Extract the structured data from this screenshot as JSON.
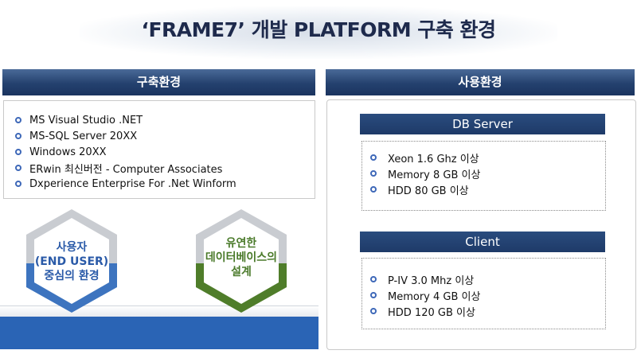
{
  "title": "‘FRAME7’ 개발 PLATFORM 구축 환경",
  "left_section": {
    "header": "구축환경",
    "items": [
      "MS Visual Studio .NET",
      "MS-SQL Server 20XX",
      "Windows 20XX",
      "ERwin 최신버전 - Computer Associates",
      "Dxperience Enterprise For .Net Winform"
    ]
  },
  "right_section": {
    "header": "사용환경",
    "db_server": {
      "header": "DB Server",
      "items": [
        "Xeon 1.6 Ghz 이상",
        "Memory 8 GB 이상",
        "HDD 80 GB 이상"
      ]
    },
    "client": {
      "header": "Client",
      "items": [
        "P-IV 3.0 Mhz 이상",
        "Memory 4 GB 이상",
        "HDD 120 GB 이상"
      ]
    }
  },
  "hexagons": {
    "user": {
      "lines": [
        "사용자",
        "(END USER)",
        "중심의 환경"
      ],
      "top_color": "#c9ccd1",
      "bottom_color": "#3d74bf"
    },
    "db": {
      "lines": [
        "유연한",
        "데이터베이스의",
        "설계"
      ],
      "top_color": "#c9ccd1",
      "bottom_color": "#4f7d2a"
    }
  },
  "colors": {
    "header": "#24416e",
    "title": "#1e2a4c",
    "platform": "#2a64b5",
    "bullet": "#3e68b8"
  }
}
